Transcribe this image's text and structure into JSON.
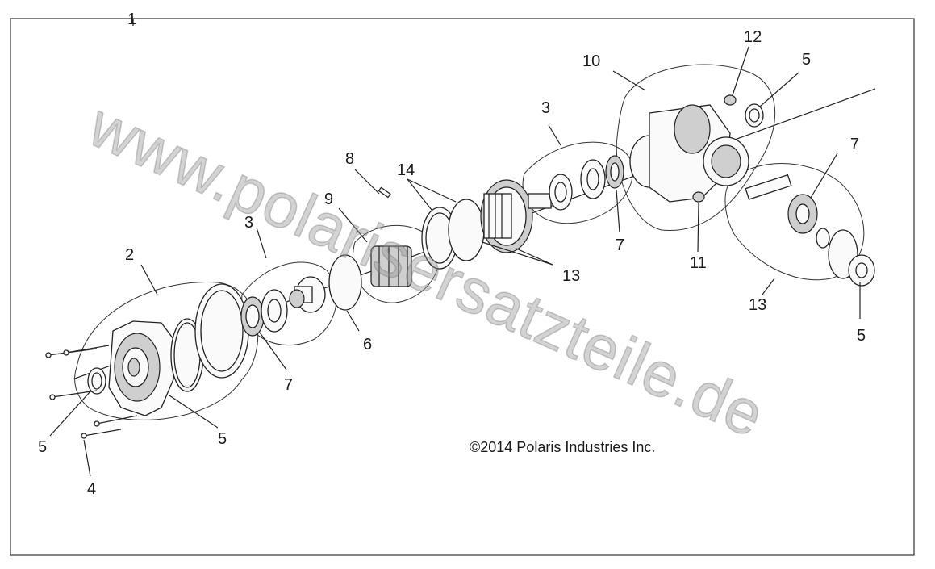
{
  "diagram": {
    "watermark": "www.polarisersatzteile.de",
    "copyright": "©2014 Polaris Industries Inc.",
    "callouts": {
      "assembly": "1",
      "cover_group": "2",
      "bearing_group_left": "3",
      "bearing_group_right": "3",
      "screw": "4",
      "seal_left_outer": "5",
      "seal_cover": "5",
      "seal_housing": "5",
      "washer_output": "5",
      "plate": "6",
      "bearing_left": "7",
      "bearing_center": "7",
      "bearing_output": "7",
      "pin": "8",
      "roll_cage": "9",
      "housing": "10",
      "drain_plug": "11",
      "fill_plug": "12",
      "ring_gear_group": "13",
      "output_group": "13",
      "shim_rings": "14"
    }
  }
}
